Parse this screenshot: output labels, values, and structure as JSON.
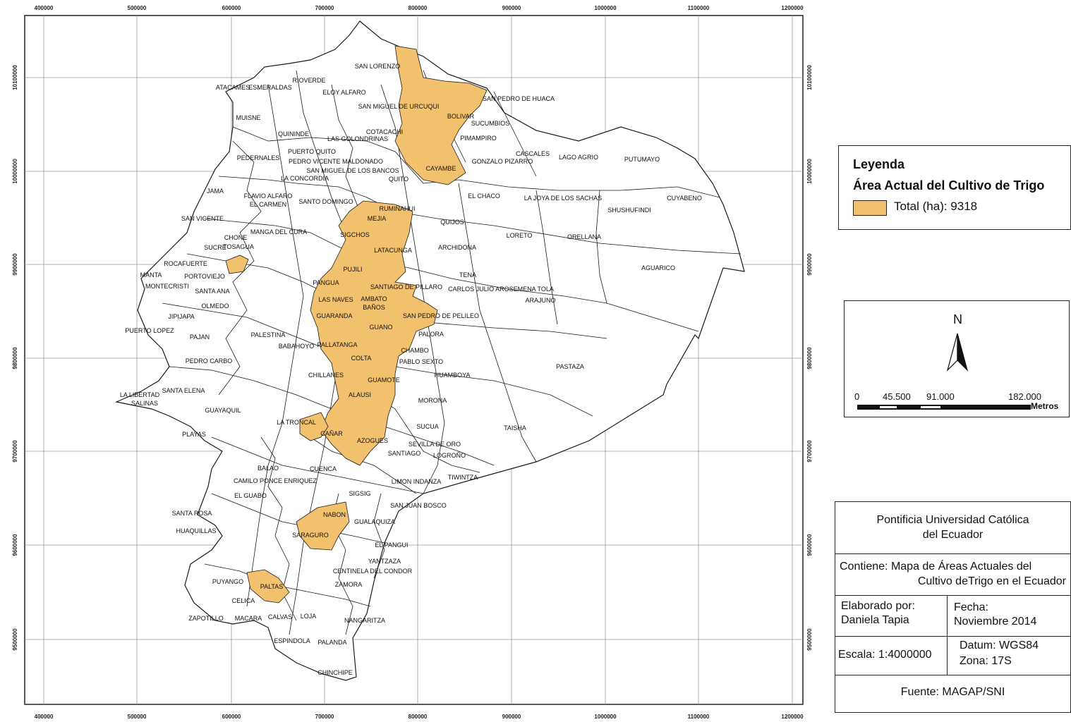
{
  "colors": {
    "wheat_area": "#f2c16d",
    "boundary": "#1a1a1a",
    "grid": "#9a9a9a",
    "background": "#ffffff"
  },
  "map": {
    "x_ticks": [
      "400000",
      "500000",
      "600000",
      "700000",
      "800000",
      "900000",
      "1000000",
      "1100000",
      "1200000"
    ],
    "y_ticks": [
      "9500000",
      "9600000",
      "9700000",
      "9800000",
      "9900000",
      "10000000",
      "10100000"
    ],
    "places": [
      "SAN LORENZO",
      "ATACAMES",
      "ESMERALDAS",
      "ELOY ALFARO",
      "RIOVERDE",
      "SAN MIGUEL DE URCUQUI",
      "SAN PEDRO DE HUACA",
      "MUISNE",
      "BOLIVAR",
      "SUCUMBIOS",
      "QUININDE",
      "COTACACHI",
      "LAS GOLONDRINAS",
      "PIMAMPIRO",
      "PUERTO QUITO",
      "PEDRO VICENTE MALDONADO",
      "CASCALES",
      "LAGO AGRIO",
      "PUTUMAYO",
      "PEDERNALES",
      "GONZALO PIZARRO",
      "CAYAMBE",
      "QUITO",
      "LA CONCORDIA",
      "SAN MIGUEL DE LOS BANCOS",
      "JAMA",
      "FLAVIO ALFARO",
      "EL CARMEN",
      "SANTO DOMINGO",
      "EL CHACO",
      "LA JOYA DE LOS SACHAS",
      "CUYABENO",
      "SHUSHUFINDI",
      "RUMIÑAHUI",
      "MEJIA",
      "SAN VICENTE",
      "QUIJOS",
      "LORETO",
      "ORELLANA",
      "CHONE",
      "SUCRE",
      "MANGA DEL CURA",
      "SIGCHOS",
      "TOSAGUA",
      "ARCHIDONA",
      "LATACUNGA",
      "ROCAFUERTE",
      "PORTOVIEJO",
      "PUJILI",
      "TENA",
      "AGUARICO",
      "MANTA",
      "MONTECRISTI",
      "SANTA ANA",
      "PANGUA",
      "CARLOS JULIO AROSEMENA TOLA",
      "ARAJUNO",
      "OLMEDO",
      "JIPIJAPA",
      "PAJAN",
      "LAS NAVES",
      "AMBATO",
      "BAÑOS",
      "SANTIAGO DE PILLARO",
      "SAN PEDRO DE PELILEO",
      "PALORA",
      "PUERTO LOPEZ",
      "GUARANDA",
      "GUANO",
      "BABAHOYO",
      "CHAMBO",
      "COLTA",
      "PABLO SEXTO",
      "PASTAZA",
      "PEDRO CARBO",
      "SANTA ELENA",
      "CHILLANES",
      "GUAMOTE",
      "HUAMBOYA",
      "LA LIBERTAD",
      "SALINAS",
      "GUAYAQUIL",
      "ALAUSI",
      "MORONA",
      "LA TRONCAL",
      "CAÑAR",
      "SUCUA",
      "TAISHA",
      "PLAYAS",
      "AZOGUES",
      "SEVILLA DE ORO",
      "LOGROÑO",
      "SANTIAGO",
      "BALAO",
      "CUENCA",
      "TIWINTZA",
      "CAMILO PONCE ENRIQUEZ",
      "LIMON INDANZA",
      "SIGSIG",
      "EL GUABO",
      "SAN JUAN BOSCO",
      "SANTA ROSA",
      "HUAQUILLAS",
      "NABON",
      "GUALAQUIZA",
      "SARAGURO",
      "EL PANGUI",
      "YANTZAZA",
      "CENTINELA DEL CONDOR",
      "PALTAS",
      "ZAMORA",
      "PUYANGO",
      "CELICA",
      "ZAPOTILLO",
      "MACARA",
      "CALVAS",
      "LOJA",
      "NANGARITZA",
      "ESPINDOLA",
      "PALANDA",
      "CHINCHIPE",
      "PALLATANGA",
      "PALESTINA"
    ]
  },
  "legend": {
    "heading": "Leyenda",
    "title": "Área Actual del Cultivo de Trigo",
    "item": "Total (ha): 9318"
  },
  "scale": {
    "north": "N",
    "ticks": [
      "0",
      "45.500",
      "91.000",
      "182.000"
    ],
    "unit": "Metros"
  },
  "info": {
    "institution": [
      "Pontificia Universidad Católica",
      "del Ecuador"
    ],
    "contents": [
      "Contiene: Mapa de Áreas Actuales del",
      "Cultivo deTrigo en el Ecuador"
    ],
    "author_label": "Elaborado por:",
    "author": "Daniela Tapia",
    "date_label": "Fecha:",
    "date": "Noviembre 2014",
    "scale": "Escala: 1:4000000",
    "datum": "Datum: WGS84",
    "zone": "Zona: 17S",
    "source": "Fuente: MAGAP/SNI"
  }
}
